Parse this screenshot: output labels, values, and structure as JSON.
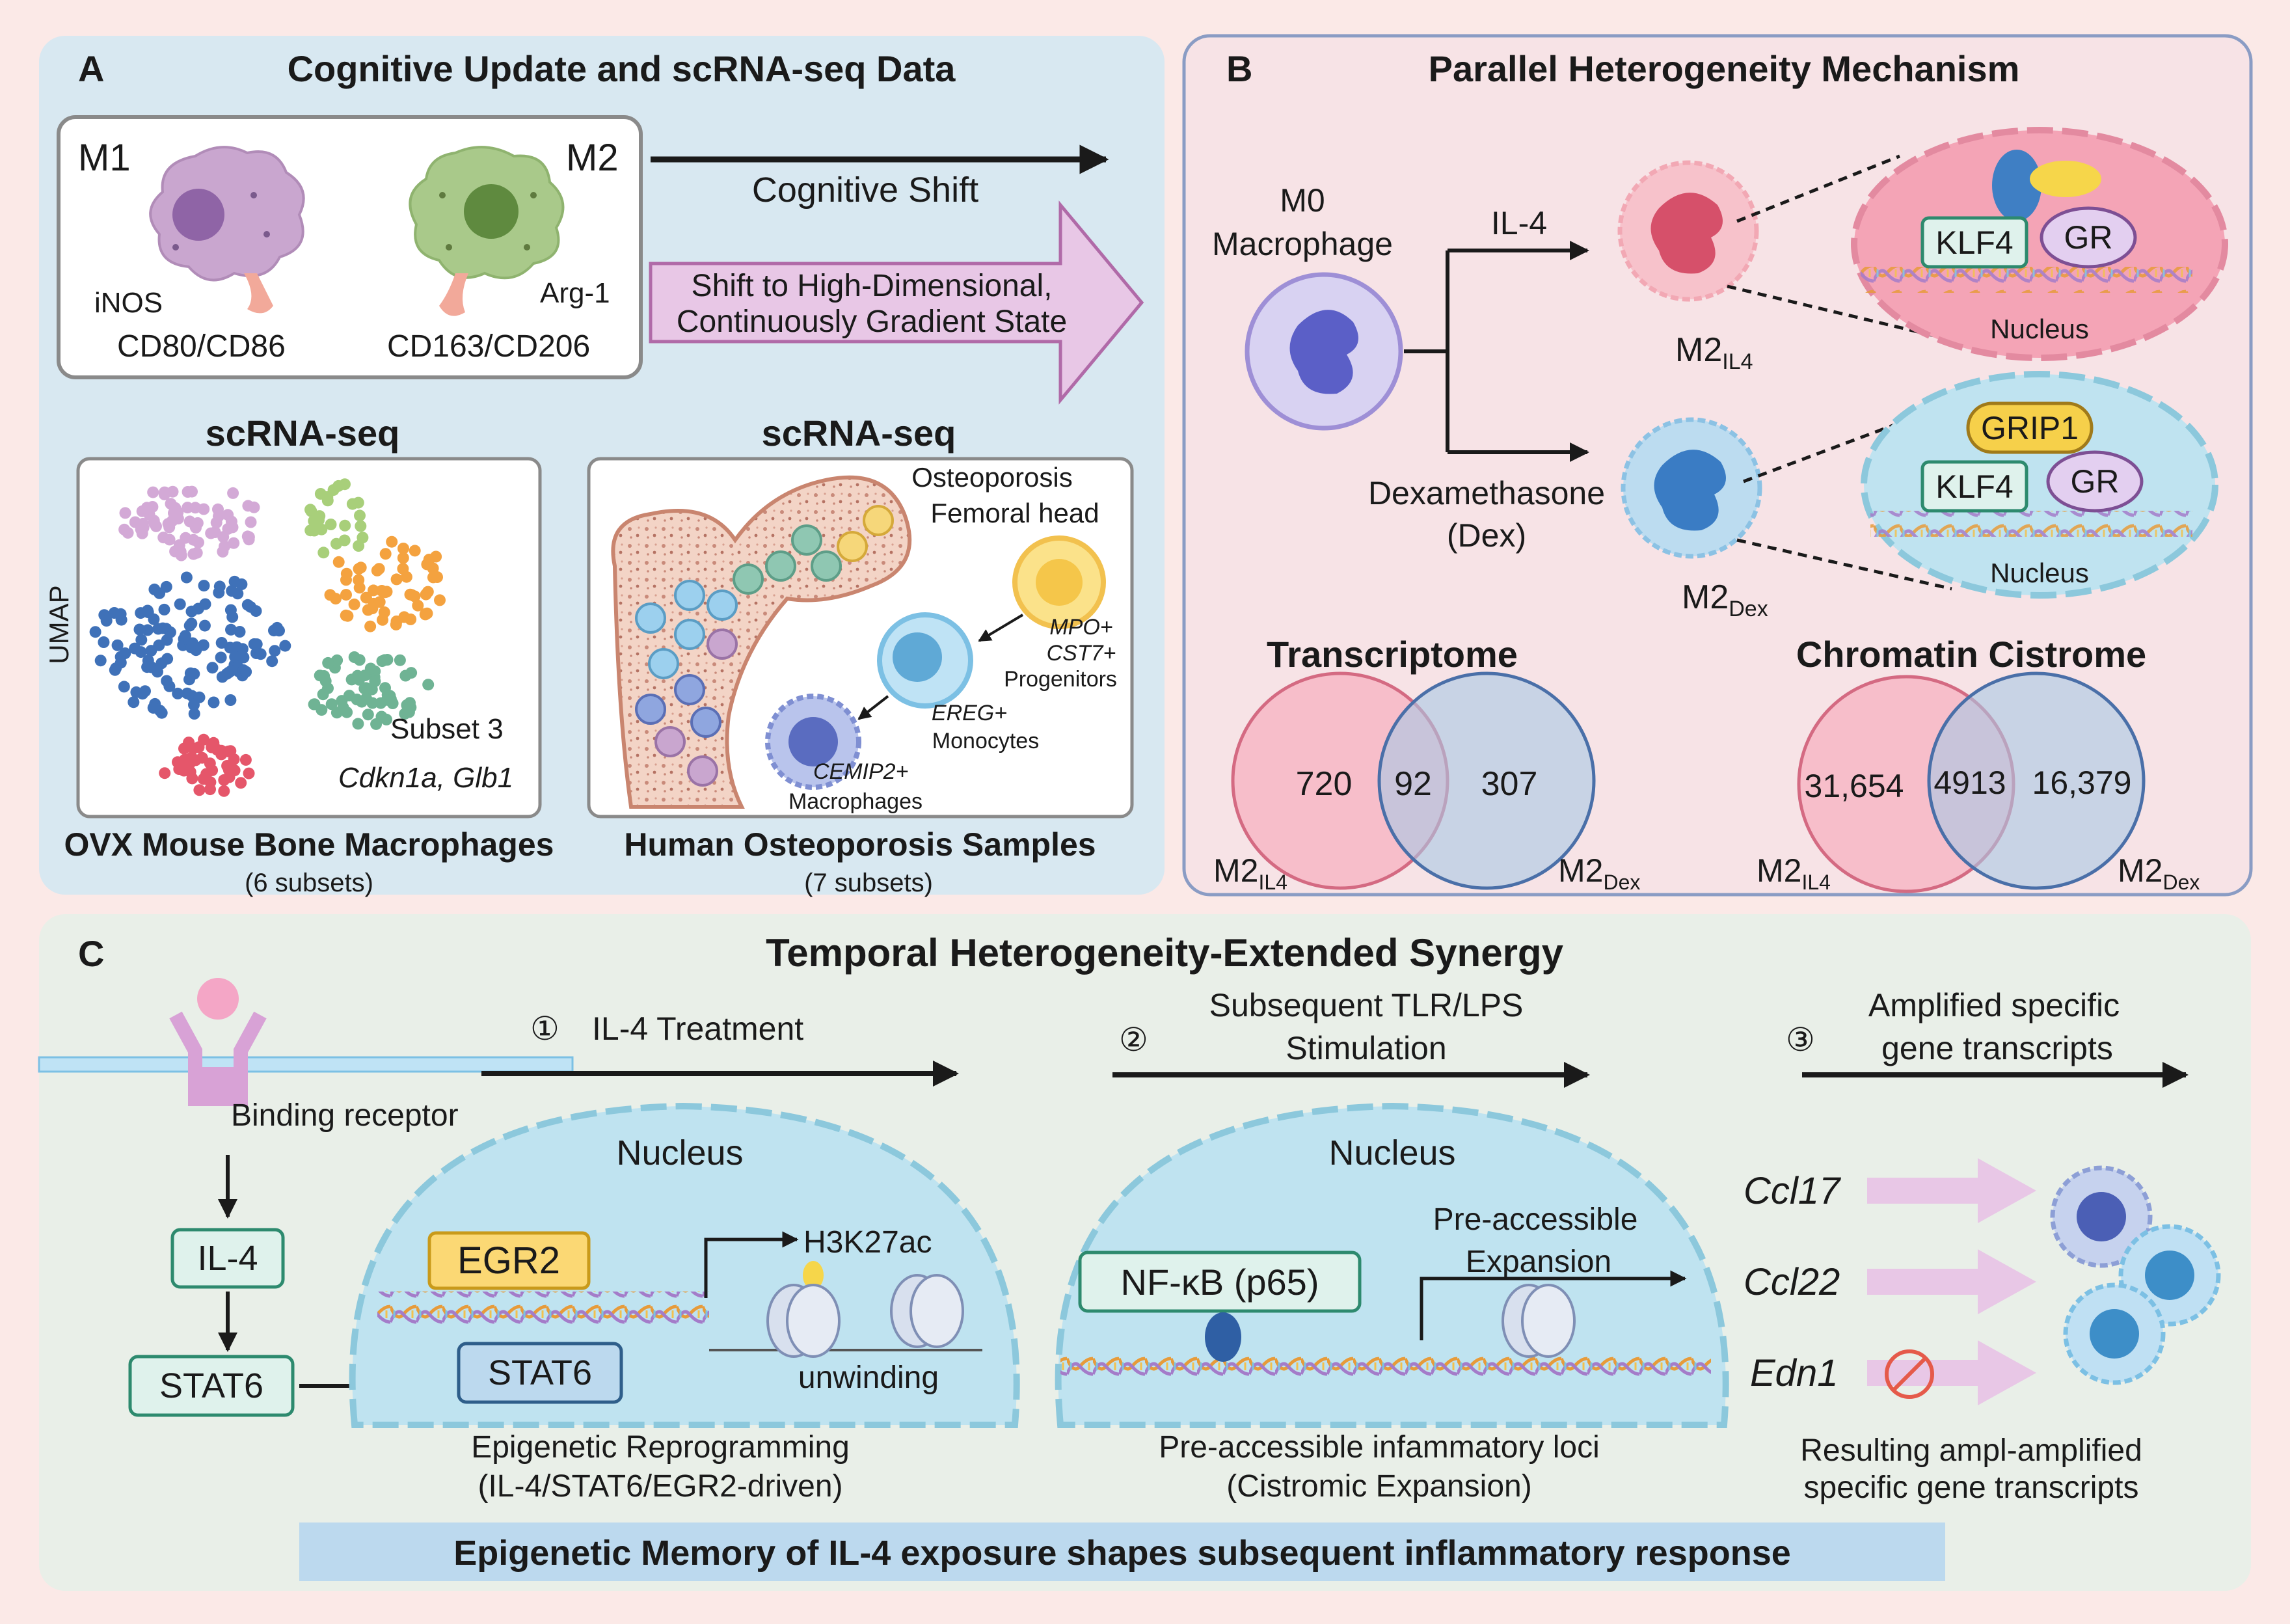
{
  "colors": {
    "page_bg": "#fbe9e7",
    "panel_a_bg": "#d8e8f1",
    "panel_b_bg": "#f7e3e6",
    "panel_c_bg": "#e9efe8",
    "m1_cell": "#c9a6cf",
    "m2_cell": "#a9c98a",
    "m2il4_cell": "#f2a8b4",
    "m2dex_cell": "#a9cde8",
    "nucleus_blue": "#bfe3f0",
    "highlight_box": "#bcd9ee",
    "venn_pink": "#f7b7c4",
    "venn_blue": "#a9c8e4",
    "egr2_box": "#fbd874",
    "gene_box": "#dff2ec",
    "arrow_pink": "#e8c7e6"
  },
  "panel_a": {
    "letter": "A",
    "title": "Cognitive Update and scRNA-seq Data",
    "m1_label": "M1",
    "m2_label": "M2",
    "m1_marker": "iNOS",
    "m1_surface": "CD80/CD86",
    "m2_marker": "Arg-1",
    "m2_surface": "CD163/CD206",
    "cognitive_shift": "Cognitive Shift",
    "shift_line1": "Shift to High-Dimensional,",
    "shift_line2": "Continuously Gradient State",
    "mouse_header": "scRNA-seq",
    "mouse_axis": "UMAP",
    "mouse_subset": "Subset 3",
    "mouse_genes": "Cdkn1a, Glb1",
    "mouse_caption": "OVX Mouse Bone Macrophages",
    "mouse_count": "(6 subsets)",
    "human_header": "scRNA-seq",
    "human_line1": "Osteoporosis",
    "human_line2": "Femoral head",
    "prog_gene1": "MPO+",
    "prog_gene2": "CST7+",
    "prog_label": "Progenitors",
    "mono_gene": "EREG+",
    "mono_label": "Monocytes",
    "mac_gene": "CEMIP2+",
    "mac_label": "Macrophages",
    "human_caption": "Human Osteoporosis Samples",
    "human_count": "(7 subsets)"
  },
  "panel_b": {
    "letter": "B",
    "title": "Parallel Heterogeneity Mechanism",
    "m0_line1": "M0",
    "m0_line2": "Macrophage",
    "il4": "IL-4",
    "dex_line1": "Dexamethasone",
    "dex_line2": "(Dex)",
    "m2_base": "M2",
    "sub_il4": "IL4",
    "sub_dex": "Dex",
    "klf4": "KLF4",
    "gr": "GR",
    "grip1": "GRIP1",
    "nucleus": "Nucleus",
    "transcriptome_title": "Transcriptome",
    "cistrome_title": "Chromatin Cistrome",
    "t_left": "720",
    "t_overlap": "92",
    "t_right": "307",
    "c_left": "31,654",
    "c_overlap": "4913",
    "c_right": "16,379"
  },
  "panel_c": {
    "letter": "C",
    "title": "Temporal Heterogeneity-Extended Synergy",
    "binding_receptor": "Binding receptor",
    "il4": "IL-4",
    "stat6": "STAT6",
    "step1_num": "①",
    "step1": "IL-4 Treatment",
    "step2_num": "②",
    "step2_line1": "Subsequent TLR/LPS",
    "step2_line2": "Stimulation",
    "step3_num": "③",
    "step3_line1": "Amplified specific",
    "step3_line2": "gene transcripts",
    "nucleus": "Nucleus",
    "egr2": "EGR2",
    "h3k27ac": "H3K27ac",
    "unwinding": "unwinding",
    "caption1_line1": "Epigenetic Reprogramming",
    "caption1_line2": "(IL-4/STAT6/EGR2-driven)",
    "nfkb": "NF-κB (p65)",
    "pre_line1": "Pre-accessible",
    "pre_line2": "Expansion",
    "caption2_line1": "Pre-accessible infammatory loci",
    "caption2_line2": "(Cistromic Expansion)",
    "gene1": "Ccl17",
    "gene2": "Ccl22",
    "gene3": "Edn1",
    "caption3_line1": "Resulting ampl-amplified",
    "caption3_line2": "specific gene transcripts",
    "banner": "Epigenetic Memory of IL-4 exposure shapes subsequent inflammatory response"
  }
}
